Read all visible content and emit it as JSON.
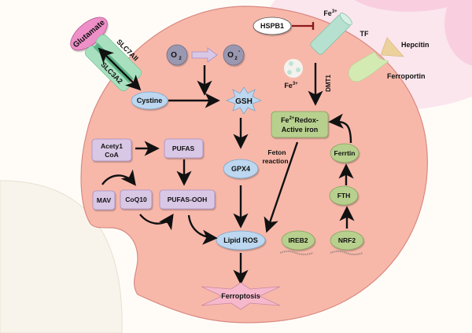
{
  "title": "Ferroptosis pathway diagram",
  "colors": {
    "cell": "#f7b8aa",
    "cell_stroke": "#d98a80",
    "neighbor_cell": "#fbe6ee",
    "neighbor_nucleus": "#f9cfe0",
    "lower_left_cell": "#f8f4ec",
    "purple_box": "#d9c7e6",
    "blue_node": "#bcd7ef",
    "green_node": "#b8d08e",
    "grey_node": "#9a98b0",
    "magenta_node": "#ee8fc8",
    "transporter": "#a8e0bf",
    "ferroptosis_star": "#f6b8cc",
    "inhibit": "#8b1a1a"
  },
  "nodes": {
    "glutamate": "Glutamate",
    "slc7a11": "SLC7AII",
    "slc3a2": "SLC3A2",
    "cystine": "Cystine",
    "o2": "O",
    "o2_sub": "2",
    "o2_radical": "O",
    "o2_radical_sub": "2",
    "o2_radical_sup": "-",
    "gsh": "GSH",
    "gpx4": "GPX4",
    "acetyl_coa_line1": "Acety1",
    "acetyl_coa_line2": "CoA",
    "pufas": "PUFAS",
    "mav": "MAV",
    "coq10": "CoQ10",
    "pufas_ooh": "PUFAS-OOH",
    "lipid_ros": "Lipid ROS",
    "ferroptosis": "Ferroptosis",
    "ireb2": "IREB2",
    "nrf2": "NRF2",
    "fth": "FTH",
    "ferrtin": "Ferrtin",
    "fe2_line1_base": "Fe",
    "fe2_line1_sup": "2+",
    "fe2_line1_rest": "Redox-",
    "fe2_line2": "Active iron",
    "hspb1": "HSPB1",
    "fe3_top_base": "Fe",
    "fe3_top_sup": "3+",
    "fe3_inner_base": "Fe",
    "fe3_inner_sup": "3+",
    "tf": "TF",
    "dmt1": "DMT1",
    "hepcitin": "Hepcitin",
    "ferroportin": "Ferroportin",
    "feton_line1": "Feton",
    "feton_line2": "reaction"
  }
}
